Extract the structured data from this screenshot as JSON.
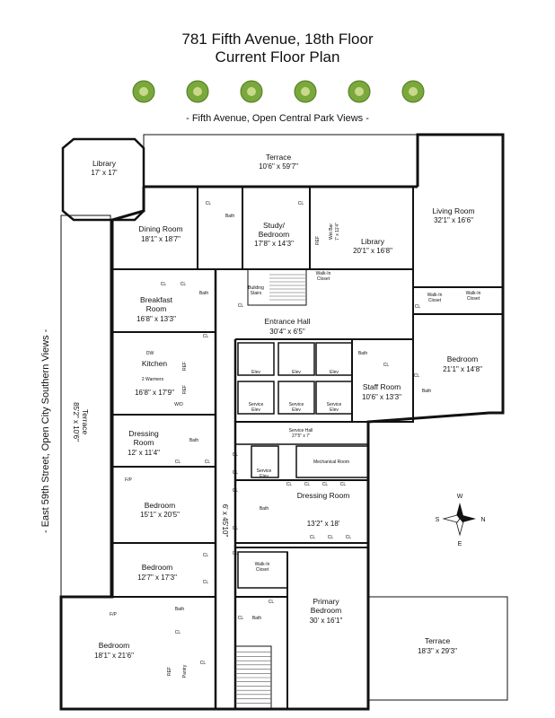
{
  "header": {
    "title_line1": "781 Fifth Avenue, 18th Floor",
    "title_line2": "Current Floor Plan",
    "top_street": "- Fifth Avenue, Open Central Park Views -",
    "side_street": "- East 59th Street, Open City Southern Views -"
  },
  "rooms": {
    "library_corner": {
      "name": "Library",
      "dim": "17' x 17'"
    },
    "terrace_top": {
      "name": "Terrace",
      "dim": "10'6\" x 59'7\""
    },
    "living_room": {
      "name": "Living Room",
      "dim": "32'1\" x 16'6\""
    },
    "dining_room": {
      "name": "Dining Room",
      "dim": "18'1\" x 18'7\""
    },
    "study": {
      "name1": "Study/",
      "name2": "Bedroom",
      "dim": "17'8\" x 14'3\""
    },
    "library_main": {
      "name": "Library",
      "dim": "20'1\" x 16'8\""
    },
    "wet_bar": {
      "name": "Wet Bar",
      "dim": "7' x 11'4\""
    },
    "breakfast_room": {
      "name1": "Breakfast",
      "name2": "Room",
      "dim": "16'8\" x 13'3\""
    },
    "entrance_hall": {
      "name": "Entrance Hall",
      "dim": "30'4\" x 6'5\""
    },
    "bedroom_east": {
      "name": "Bedroom",
      "dim": "21'1\" x 14'8\""
    },
    "kitchen": {
      "name": "Kitchen",
      "dim": "16'8\" x 17'9\""
    },
    "staff_room": {
      "name": "Staff Room",
      "dim": "10'6\" x 13'3\""
    },
    "terrace_side": {
      "name": "Terrace",
      "dim": "85'2\" x 10'6\""
    },
    "dressing_room_1": {
      "name1": "Dressing",
      "name2": "Room",
      "dim": "12' x 11'4\""
    },
    "service_hall": {
      "name": "Service Hall",
      "dim": "27'5\" x 7'"
    },
    "mechanical_room": {
      "name": "Mechanical Room"
    },
    "dressing_room_2": {
      "name": "Dressing Room",
      "dim": "13'2\" x 18'"
    },
    "bedroom_2": {
      "name": "Bedroom",
      "dim": "15'1\" x 20'5\""
    },
    "gallery": {
      "dim": "6' x 45'10\""
    },
    "bedroom_3": {
      "name": "Bedroom",
      "dim": "12'7\" x 17'3\""
    },
    "primary_bedroom": {
      "name1": "Primary",
      "name2": "Bedroom",
      "dim": "30' x 16'1\""
    },
    "bedroom_4": {
      "name": "Bedroom",
      "dim": "18'1\" x 21'6\""
    },
    "terrace_corner": {
      "name": "Terrace",
      "dim": "18'3\" x 29'3\""
    }
  },
  "labels": {
    "cl": "CL",
    "bath": "Bath",
    "walk_in": "Walk-In",
    "closet": "Closet",
    "ref": "REF",
    "building_stairs_1": "Building",
    "building_stairs_2": "Stairs",
    "elev": "Elev",
    "service": "Service",
    "dw": "DW",
    "warmers": "2 Warmers",
    "wd": "W/D",
    "fp": "F/P",
    "pantry": "Pantry"
  },
  "compass": {
    "n": "N",
    "s": "S",
    "e": "E",
    "w": "W"
  },
  "colors": {
    "wall": "#111111",
    "tree_outer": "#7aa83c",
    "tree_inner": "#c8d98a",
    "line": "#333333"
  }
}
